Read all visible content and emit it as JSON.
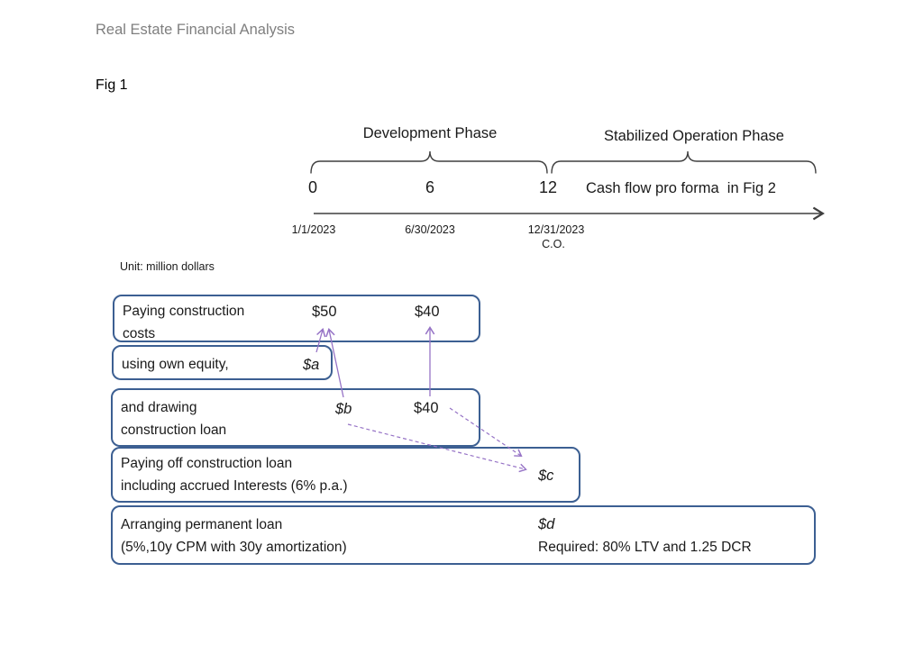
{
  "header": {
    "title": "Real Estate Financial Analysis",
    "figure_label": "Fig 1"
  },
  "timeline": {
    "development_phase_label": "Development Phase",
    "stabilized_phase_label": "Stabilized Operation Phase",
    "ticks": [
      "0",
      "6",
      "12"
    ],
    "cash_flow_note": "Cash flow pro forma  in Fig 2",
    "dates": [
      "1/1/2023",
      "6/30/2023",
      "12/31/2023"
    ],
    "co_label": "C.O."
  },
  "unit_note": "Unit: million dollars",
  "boxes": [
    {
      "lines": [
        "Paying construction",
        "costs"
      ],
      "values": [
        "$50",
        "$40"
      ]
    },
    {
      "lines": [
        "using own equity,"
      ],
      "values": [
        "$a"
      ]
    },
    {
      "lines": [
        "and drawing",
        "construction loan"
      ],
      "values": [
        "$b",
        "$40"
      ]
    },
    {
      "lines": [
        "Paying off construction loan",
        "including accrued Interests (6% p.a.)"
      ],
      "values": [
        "$c"
      ]
    },
    {
      "lines": [
        "Arranging permanent loan",
        "(5%,10y CPM with 30y amortization)"
      ],
      "values": [
        "$d"
      ],
      "requirement_note": "Required: 80% LTV and 1.25 DCR"
    }
  ],
  "colors": {
    "box_border": "#3c5f92",
    "arrow_purple": "#9673c6",
    "title_gray": "#7f7f7f",
    "diagram_line": "#3f3f3f"
  }
}
